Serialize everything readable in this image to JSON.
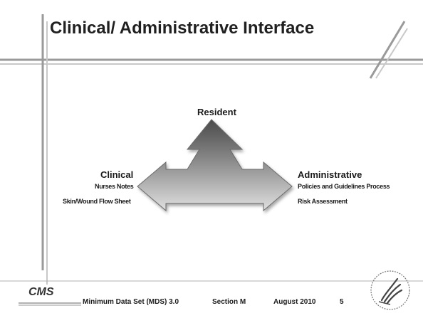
{
  "slide": {
    "title": "Clinical/ Administrative Interface"
  },
  "diagram": {
    "top_label": "Resident",
    "left": {
      "heading": "Clinical",
      "items": [
        "Nurses Notes",
        "Skin/Wound Flow Sheet"
      ]
    },
    "right": {
      "heading": "Administrative",
      "items": [
        "Policies and Guidelines Process",
        "Risk Assessment"
      ]
    }
  },
  "footer": {
    "logo_text": "CMS",
    "program": "Minimum Data Set (MDS) 3.0",
    "section": "Section M",
    "date": "August 2010",
    "page": "5"
  },
  "colors": {
    "arrow_dark": "#555555",
    "arrow_light": "#d8d8d8",
    "frame_line": "#8a8a8a"
  }
}
